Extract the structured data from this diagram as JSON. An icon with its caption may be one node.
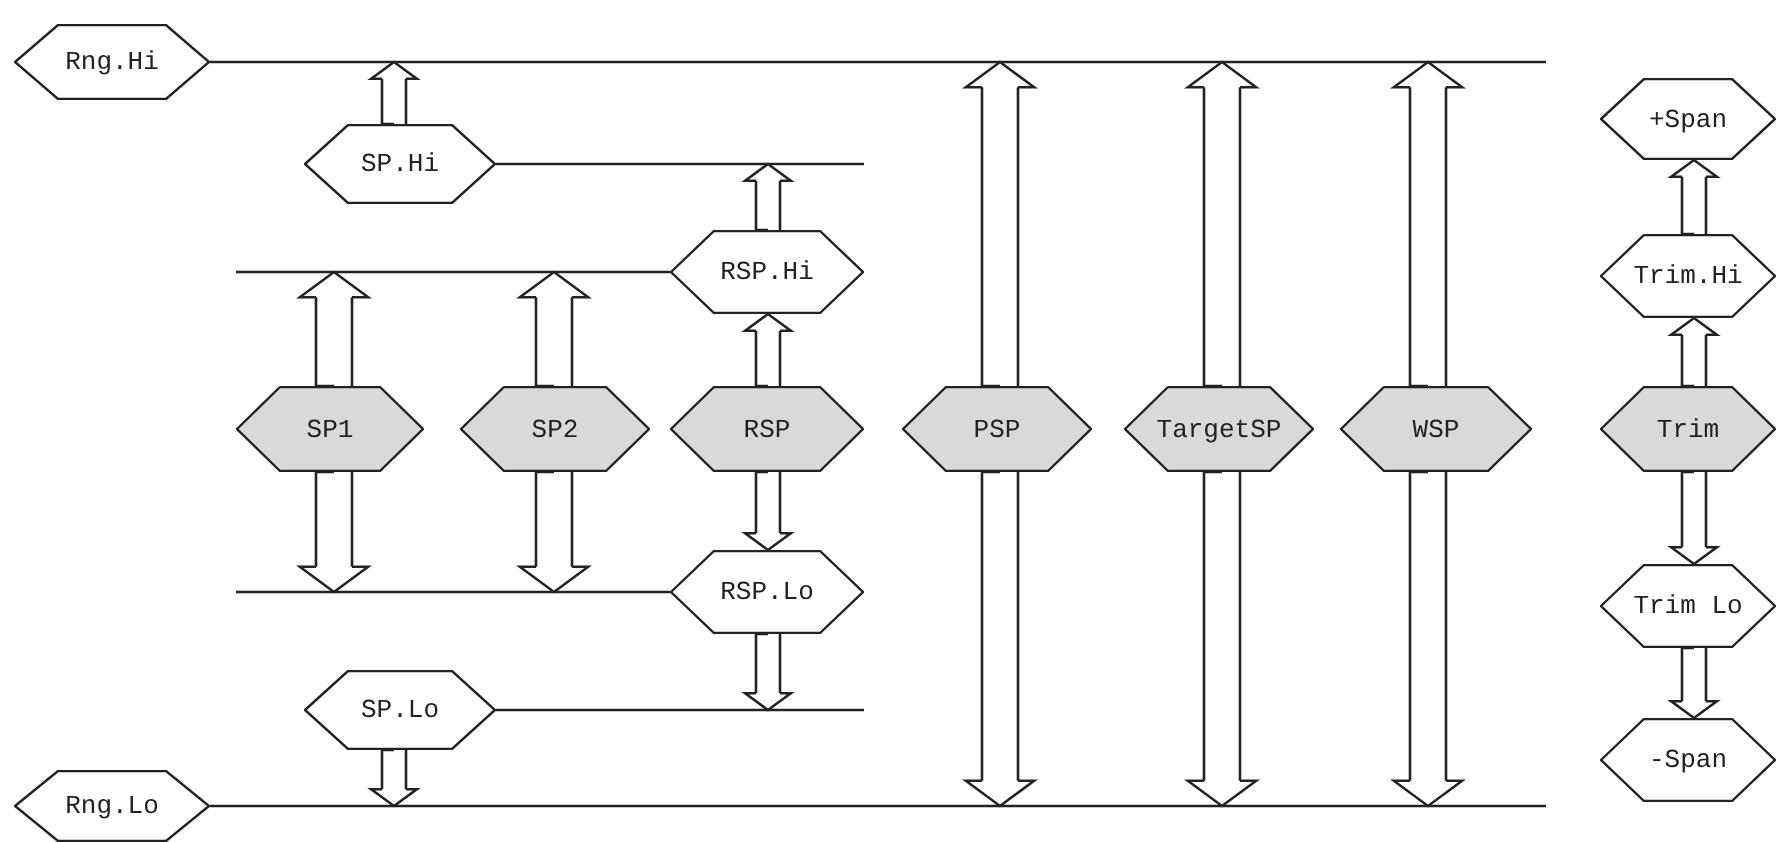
{
  "diagram": {
    "nodes": [
      {
        "text": [
          "Rng.Hi"
        ]
      },
      {
        "text": [
          "+Span"
        ]
      },
      {
        "text": [
          "SP.Hi"
        ]
      },
      {
        "text": [
          "Trim.Hi"
        ]
      },
      {
        "text": [
          "RSP.Hi"
        ]
      },
      {
        "text": [
          "SP1"
        ]
      },
      {
        "text": [
          "SP2"
        ]
      },
      {
        "text": [
          "RSP"
        ]
      },
      {
        "text": [
          "PSP"
        ]
      },
      {
        "text": [
          "TargetSP"
        ]
      },
      {
        "text": [
          "WSP"
        ]
      },
      {
        "text": [
          "Trim"
        ]
      },
      {
        "text": [
          "RSP.Lo"
        ]
      },
      {
        "text": [
          "Trim Lo"
        ]
      },
      {
        "text": [
          "SP.Lo"
        ]
      },
      {
        "text": [
          "-Span"
        ]
      },
      {
        "text": [
          "Rng.Lo"
        ]
      }
    ],
    "edges": [
      {
        "from": 2,
        "to": 0,
        "arrow": "to"
      },
      {
        "from": 4,
        "to": 2,
        "arrow": "to"
      },
      {
        "from": 5,
        "to": 4,
        "arrow": "to"
      },
      {
        "from": 6,
        "to": 4,
        "arrow": "to"
      },
      {
        "from": 7,
        "to": 4,
        "arrow": "to"
      },
      {
        "from": 5,
        "to": 12,
        "arrow": "to"
      },
      {
        "from": 6,
        "to": 12,
        "arrow": "to"
      },
      {
        "from": 7,
        "to": 12,
        "arrow": "to"
      },
      {
        "from": 12,
        "to": 14,
        "arrow": "to"
      },
      {
        "from": 14,
        "to": 16,
        "arrow": "to"
      },
      {
        "from": 8,
        "to": 0,
        "arrow": "to"
      },
      {
        "from": 8,
        "to": 16,
        "arrow": "to"
      },
      {
        "from": 9,
        "to": 0,
        "arrow": "to"
      },
      {
        "from": 9,
        "to": 16,
        "arrow": "to"
      },
      {
        "from": 10,
        "to": 0,
        "arrow": "to"
      },
      {
        "from": 10,
        "to": 16,
        "arrow": "to"
      },
      {
        "from": 11,
        "to": 3,
        "arrow": "to"
      },
      {
        "from": 3,
        "to": 1,
        "arrow": "to"
      },
      {
        "from": 11,
        "to": 13,
        "arrow": "to"
      },
      {
        "from": 13,
        "to": 15,
        "arrow": "to"
      }
    ]
  }
}
